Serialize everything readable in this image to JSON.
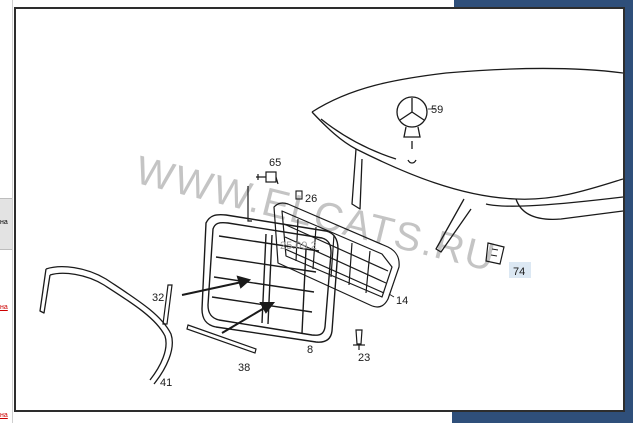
{
  "sidebar": {
    "block_text": "на",
    "links": [
      "на",
      "на"
    ]
  },
  "diagram": {
    "watermark": "WWW.ELCATS.RU",
    "date_stamp": "25.09.2",
    "callouts": {
      "p59": "59",
      "p65": "65",
      "p26": "26",
      "p14": "14",
      "p74": "74",
      "p32": "32",
      "p8": "8",
      "p23": "23",
      "p38": "38",
      "p41": "41"
    }
  },
  "colors": {
    "frame_band": "#2f4f7a",
    "line": "#1a1a1a",
    "watermark": "#c4c4c4",
    "link_red": "#cc0000",
    "highlight_74": "#dce8f3"
  }
}
